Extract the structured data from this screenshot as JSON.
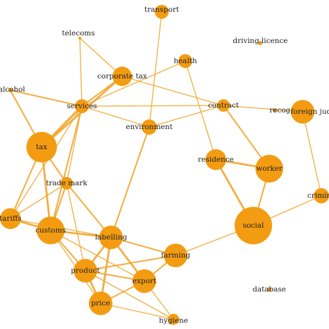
{
  "graph": {
    "node_color": "#f39c12",
    "edge_color": "#f0a830",
    "label_color": "#222222",
    "nodes": [
      {
        "id": "transport",
        "label": "transport",
        "size": 2
      },
      {
        "id": "telecoms",
        "label": "telecoms",
        "size": 1
      },
      {
        "id": "driving_licence",
        "label": "driving licence",
        "size": 1
      },
      {
        "id": "health",
        "label": "health",
        "size": 2
      },
      {
        "id": "corporate_tax",
        "label": "corporate tax",
        "size": 3
      },
      {
        "id": "alcohol",
        "label": "alcohol",
        "size": 1
      },
      {
        "id": "services",
        "label": "services",
        "size": 2
      },
      {
        "id": "contract",
        "label": "contract",
        "size": 2
      },
      {
        "id": "recog",
        "label": "recog.",
        "size": 1
      },
      {
        "id": "foreign_judgment",
        "label": "foreign jud",
        "size": 4
      },
      {
        "id": "environment",
        "label": "environment",
        "size": 2
      },
      {
        "id": "tax",
        "label": "tax",
        "size": 6
      },
      {
        "id": "residence",
        "label": "residence",
        "size": 3
      },
      {
        "id": "worker",
        "label": "worker",
        "size": 5
      },
      {
        "id": "trade_mark",
        "label": "trade mark",
        "size": 2
      },
      {
        "id": "crime",
        "label": "crimin",
        "size": 2
      },
      {
        "id": "tariffs",
        "label": "tariffs",
        "size": 4
      },
      {
        "id": "customs",
        "label": "customs",
        "size": 5
      },
      {
        "id": "social",
        "label": "social",
        "size": 7
      },
      {
        "id": "labelling",
        "label": "labelling",
        "size": 4
      },
      {
        "id": "farming",
        "label": "farming",
        "size": 4
      },
      {
        "id": "product",
        "label": "product",
        "size": 4
      },
      {
        "id": "export",
        "label": "export",
        "size": 4
      },
      {
        "id": "database",
        "label": "database",
        "size": 1
      },
      {
        "id": "price",
        "label": "price",
        "size": 4
      },
      {
        "id": "hygiene",
        "label": "hygiene",
        "size": 2
      }
    ],
    "edges": [
      {
        "source": "telecoms",
        "target": "services",
        "weight": 1
      },
      {
        "source": "telecoms",
        "target": "corporate_tax",
        "weight": 1
      },
      {
        "source": "transport",
        "target": "environment",
        "weight": 1
      },
      {
        "source": "health",
        "target": "services",
        "weight": 1
      },
      {
        "source": "health",
        "target": "residence",
        "weight": 1
      },
      {
        "source": "corporate_tax",
        "target": "services",
        "weight": 2
      },
      {
        "source": "corporate_tax",
        "target": "tax",
        "weight": 3
      },
      {
        "source": "corporate_tax",
        "target": "contract",
        "weight": 1
      },
      {
        "source": "alcohol",
        "target": "services",
        "weight": 2
      },
      {
        "source": "alcohol",
        "target": "tax",
        "weight": 2
      },
      {
        "source": "services",
        "target": "contract",
        "weight": 1
      },
      {
        "source": "services",
        "target": "tax",
        "weight": 4
      },
      {
        "source": "services",
        "target": "tariffs",
        "weight": 1
      },
      {
        "source": "services",
        "target": "customs",
        "weight": 2
      },
      {
        "source": "services",
        "target": "environment",
        "weight": 1
      },
      {
        "source": "services",
        "target": "trade_mark",
        "weight": 1
      },
      {
        "source": "contract",
        "target": "foreign_judgment",
        "weight": 1
      },
      {
        "source": "contract",
        "target": "worker",
        "weight": 2
      },
      {
        "source": "contract",
        "target": "environment",
        "weight": 1
      },
      {
        "source": "foreign_judgment",
        "target": "crime",
        "weight": 1
      },
      {
        "source": "environment",
        "target": "labelling",
        "weight": 2
      },
      {
        "source": "residence",
        "target": "worker",
        "weight": 3
      },
      {
        "source": "residence",
        "target": "social",
        "weight": 3
      },
      {
        "source": "worker",
        "target": "social",
        "weight": 2
      },
      {
        "source": "crime",
        "target": "social",
        "weight": 1
      },
      {
        "source": "social",
        "target": "farming",
        "weight": 1
      },
      {
        "source": "tax",
        "target": "trade_mark",
        "weight": 2
      },
      {
        "source": "tax",
        "target": "customs",
        "weight": 3
      },
      {
        "source": "tax",
        "target": "tariffs",
        "weight": 2
      },
      {
        "source": "trade_mark",
        "target": "customs",
        "weight": 2
      },
      {
        "source": "trade_mark",
        "target": "labelling",
        "weight": 2
      },
      {
        "source": "trade_mark",
        "target": "product",
        "weight": 1
      },
      {
        "source": "trade_mark",
        "target": "tariffs",
        "weight": 1
      },
      {
        "source": "tariffs",
        "target": "customs",
        "weight": 3
      },
      {
        "source": "tariffs",
        "target": "labelling",
        "weight": 1
      },
      {
        "source": "customs",
        "target": "labelling",
        "weight": 3
      },
      {
        "source": "customs",
        "target": "product",
        "weight": 2
      },
      {
        "source": "customs",
        "target": "price",
        "weight": 1
      },
      {
        "source": "customs",
        "target": "export",
        "weight": 1
      },
      {
        "source": "labelling",
        "target": "product",
        "weight": 3
      },
      {
        "source": "labelling",
        "target": "price",
        "weight": 3
      },
      {
        "source": "labelling",
        "target": "farming",
        "weight": 2
      },
      {
        "source": "labelling",
        "target": "export",
        "weight": 3
      },
      {
        "source": "product",
        "target": "price",
        "weight": 3
      },
      {
        "source": "product",
        "target": "export",
        "weight": 2
      },
      {
        "source": "product",
        "target": "farming",
        "weight": 2
      },
      {
        "source": "product",
        "target": "hygiene",
        "weight": 1
      },
      {
        "source": "export",
        "target": "farming",
        "weight": 2
      },
      {
        "source": "export",
        "target": "price",
        "weight": 2
      },
      {
        "source": "export",
        "target": "hygiene",
        "weight": 1
      },
      {
        "source": "price",
        "target": "hygiene",
        "weight": 1
      }
    ]
  }
}
